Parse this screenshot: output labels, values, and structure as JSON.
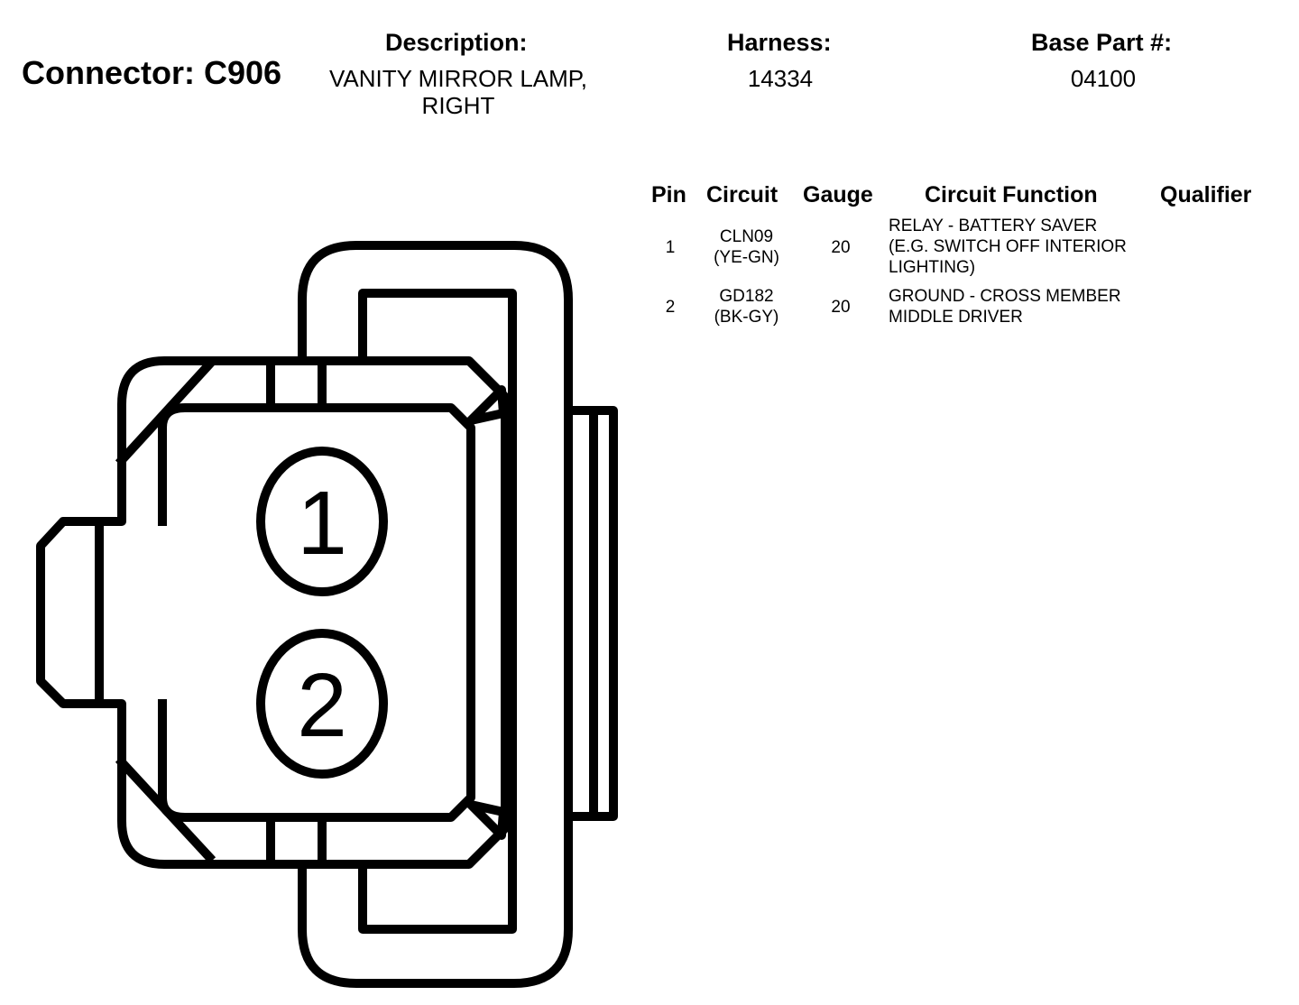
{
  "header": {
    "connector_label": "Connector: C906",
    "description_label": "Description:",
    "description_lines": [
      "VANITY MIRROR LAMP,",
      "RIGHT"
    ],
    "harness_label": "Harness:",
    "harness_value": "14334",
    "base_part_label": "Base Part #:",
    "base_part_value": "04100"
  },
  "table": {
    "columns": [
      "Pin",
      "Circuit",
      "Gauge",
      "Circuit Function",
      "Qualifier"
    ],
    "rows": [
      {
        "pin": "1",
        "circuit_lines": [
          "CLN09",
          "(YE-GN)"
        ],
        "gauge": "20",
        "function_lines": [
          "RELAY - BATTERY SAVER",
          "(E.G. SWITCH OFF INTERIOR",
          "LIGHTING)"
        ],
        "qualifier": ""
      },
      {
        "pin": "2",
        "circuit_lines": [
          "GD182",
          "(BK-GY)"
        ],
        "gauge": "20",
        "function_lines": [
          "GROUND - CROSS MEMBER",
          "MIDDLE DRIVER"
        ],
        "qualifier": ""
      }
    ]
  },
  "diagram": {
    "pin_labels": [
      "1",
      "2"
    ],
    "stroke_color": "#000000"
  }
}
